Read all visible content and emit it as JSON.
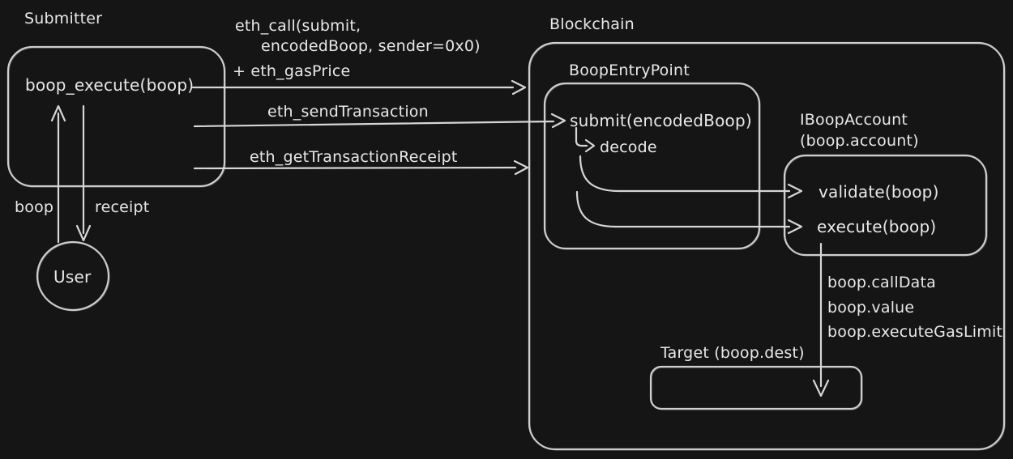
{
  "diagram": {
    "background_color": "#151515",
    "stroke_color": "#cfcfcf",
    "text_color": "#e8e8e8",
    "nodes": {
      "submitter": {
        "title": "Submitter",
        "method": "boop_execute(boop)"
      },
      "blockchain": {
        "title": "Blockchain"
      },
      "boop_entry_point": {
        "title": "BoopEntryPoint",
        "method": "submit(encodedBoop)",
        "sub_step": "decode"
      },
      "iboop_account": {
        "title_line1": "IBoopAccount",
        "title_line2": "(boop.account)",
        "method_validate": "validate(boop)",
        "method_execute": "execute(boop)"
      },
      "target": {
        "title": "Target (boop.dest)"
      },
      "user": {
        "label": "User"
      }
    },
    "edges": {
      "eth_call_line1": "eth_call(submit,",
      "eth_call_line2": "encodedBoop, sender=0x0)",
      "eth_call_line3": "+ eth_gasPrice",
      "eth_send_transaction": "eth_sendTransaction",
      "eth_get_transaction_receipt": "eth_getTransactionReceipt",
      "boop_label": "boop",
      "receipt_label": "receipt",
      "execute_param1": "boop.callData",
      "execute_param2": "boop.value",
      "execute_param3": "boop.executeGasLimit"
    }
  }
}
